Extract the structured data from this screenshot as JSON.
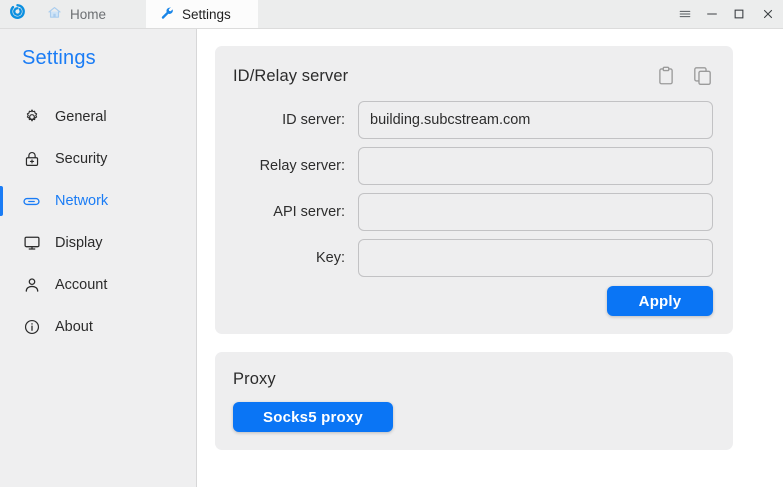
{
  "window": {
    "logo_icon": "rustdesk-logo-icon",
    "tabs": [
      {
        "label": "Home",
        "icon": "home-icon",
        "active": false
      },
      {
        "label": "Settings",
        "icon": "wrench-icon",
        "active": true
      }
    ],
    "controls": [
      {
        "name": "menu-button",
        "icon": "hamburger-menu-icon"
      },
      {
        "name": "minimize-button",
        "icon": "minimize-icon"
      },
      {
        "name": "maximize-button",
        "icon": "maximize-icon"
      },
      {
        "name": "close-button",
        "icon": "close-icon"
      }
    ]
  },
  "sidebar": {
    "title": "Settings",
    "items": [
      {
        "label": "General",
        "icon": "gear-icon",
        "active": false
      },
      {
        "label": "Security",
        "icon": "lock-icon",
        "active": false
      },
      {
        "label": "Network",
        "icon": "link-icon",
        "active": true
      },
      {
        "label": "Display",
        "icon": "monitor-icon",
        "active": false
      },
      {
        "label": "Account",
        "icon": "person-icon",
        "active": false
      },
      {
        "label": "About",
        "icon": "info-icon",
        "active": false
      }
    ]
  },
  "id_relay_card": {
    "title": "ID/Relay server",
    "paste_icon": "clipboard-paste-icon",
    "copy_icon": "copy-icon",
    "fields": [
      {
        "label": "ID server:",
        "value": "building.subcstream.com",
        "placeholder": ""
      },
      {
        "label": "Relay server:",
        "value": "",
        "placeholder": ""
      },
      {
        "label": "API server:",
        "value": "",
        "placeholder": ""
      },
      {
        "label": "Key:",
        "value": "",
        "placeholder": ""
      }
    ],
    "apply_label": "Apply"
  },
  "proxy_card": {
    "title": "Proxy",
    "socks5_label": "Socks5 proxy"
  },
  "colors": {
    "accent": "#0a75f5",
    "sidebar_bg": "#efeff0",
    "card_bg": "#eeeeef",
    "page_bg": "#ffffff",
    "titlebar_bg": "#eceded"
  }
}
